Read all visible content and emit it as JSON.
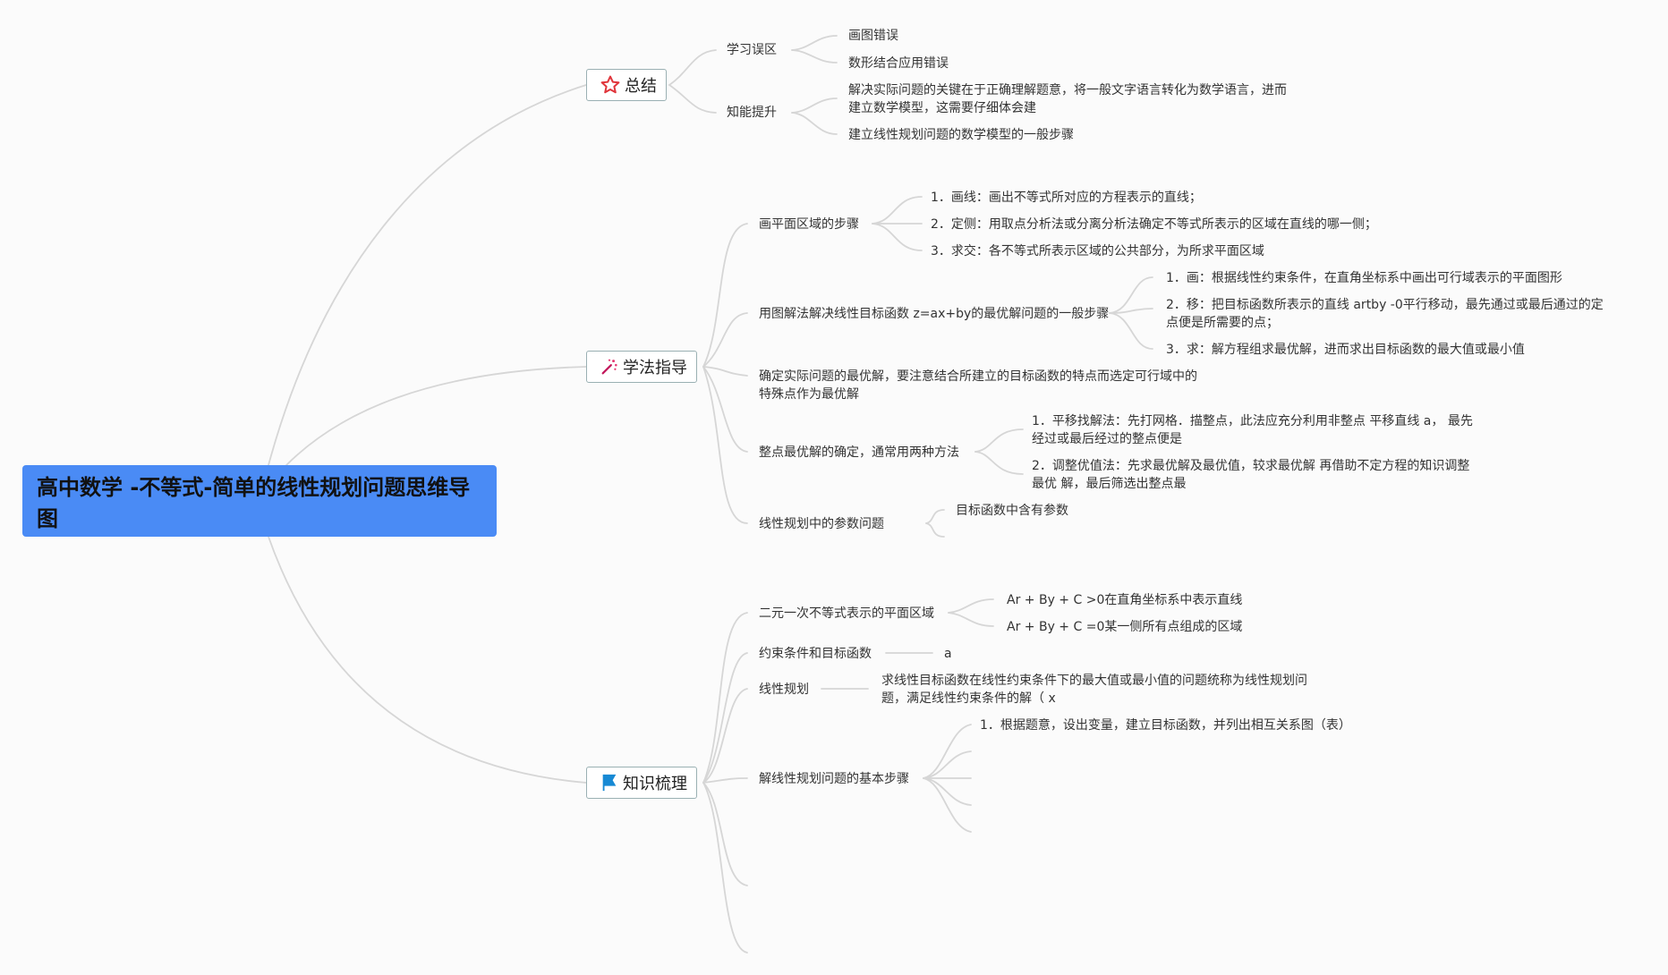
{
  "root": {
    "title": "高中数学 -不等式-简单的线性规划问题思维导图"
  },
  "branches": {
    "summary": {
      "label": "总结",
      "icon": "star-icon"
    },
    "method": {
      "label": "学法指导",
      "icon": "magic-wand-icon"
    },
    "knowledge": {
      "label": "知识梳理",
      "icon": "flag-icon"
    }
  },
  "summary": {
    "mistakes": {
      "label": "学习误区",
      "items": [
        "画图错误",
        "数形结合应用错误"
      ]
    },
    "ability": {
      "label": "知能提升",
      "items": [
        "解决实际问题的关键在于正确理解题意，将一般文字语言转化为数学语言，进而建立数学模型，这需要仔细体会建",
        "建立线性规划问题的数学模型的一般步骤"
      ]
    }
  },
  "method": {
    "region": {
      "label": "画平面区域的步骤",
      "items": [
        "1．画线：画出不等式所对应的方程表示的直线；",
        "2．定侧：用取点分析法或分离分析法确定不等式所表示的区域在直线的哪一侧；",
        "3．求交：各不等式所表示区域的公共部分，为所求平面区域"
      ]
    },
    "graphic": {
      "label": "用图解法解决线性目标函数 z=ax+by的最优解问题的一般步骤",
      "items": [
        "1．画：根据线性约束条件，在直角坐标系中画出可行域表示的平面图形",
        "2．移：把目标函数所表示的直线 artby -0平行移动，最先通过或最后通过的定点便是所需要的点；",
        "3．求：解方程组求最优解，进而求出目标函数的最大值或最小值"
      ]
    },
    "practical": {
      "label": "确定实际问题的最优解，要注意结合所建立的目标函数的特点而选定可行域中的特殊点作为最优解"
    },
    "integer": {
      "label": "整点最优解的确定，通常用两种方法",
      "items": [
        "1．平移找解法：先打网格．描整点，此法应充分利用非整点 平移直线 a， 最先经过或最后经过的整点便是",
        "2．调整优值法：先求最优解及最优值，较求最优解 再借助不定方程的知识调整最优 解，最后筛选出整点最"
      ]
    },
    "param": {
      "label": "线性规划中的参数问题",
      "items": [
        "目标函数中含有参数"
      ]
    }
  },
  "knowledge": {
    "region": {
      "label": "二元一次不等式表示的平面区域",
      "items": [
        "Ar + By + C >0在直角坐标系中表示直线",
        "Ar + By + C =0某一侧所有点组成的区域"
      ]
    },
    "constraint": {
      "label": "约束条件和目标函数",
      "items": [
        "a"
      ]
    },
    "lp": {
      "label": "线性规划",
      "items": [
        "求线性目标函数在线性约束条件下的最大值或最小值的问题统称为线性规划问题，满足线性约束条件的解（ x"
      ]
    },
    "steps": {
      "label": "解线性规划问题的基本步骤",
      "items": [
        "1．根据题意，设出变量，建立目标函数，并列出相互关系图（表）"
      ]
    }
  }
}
